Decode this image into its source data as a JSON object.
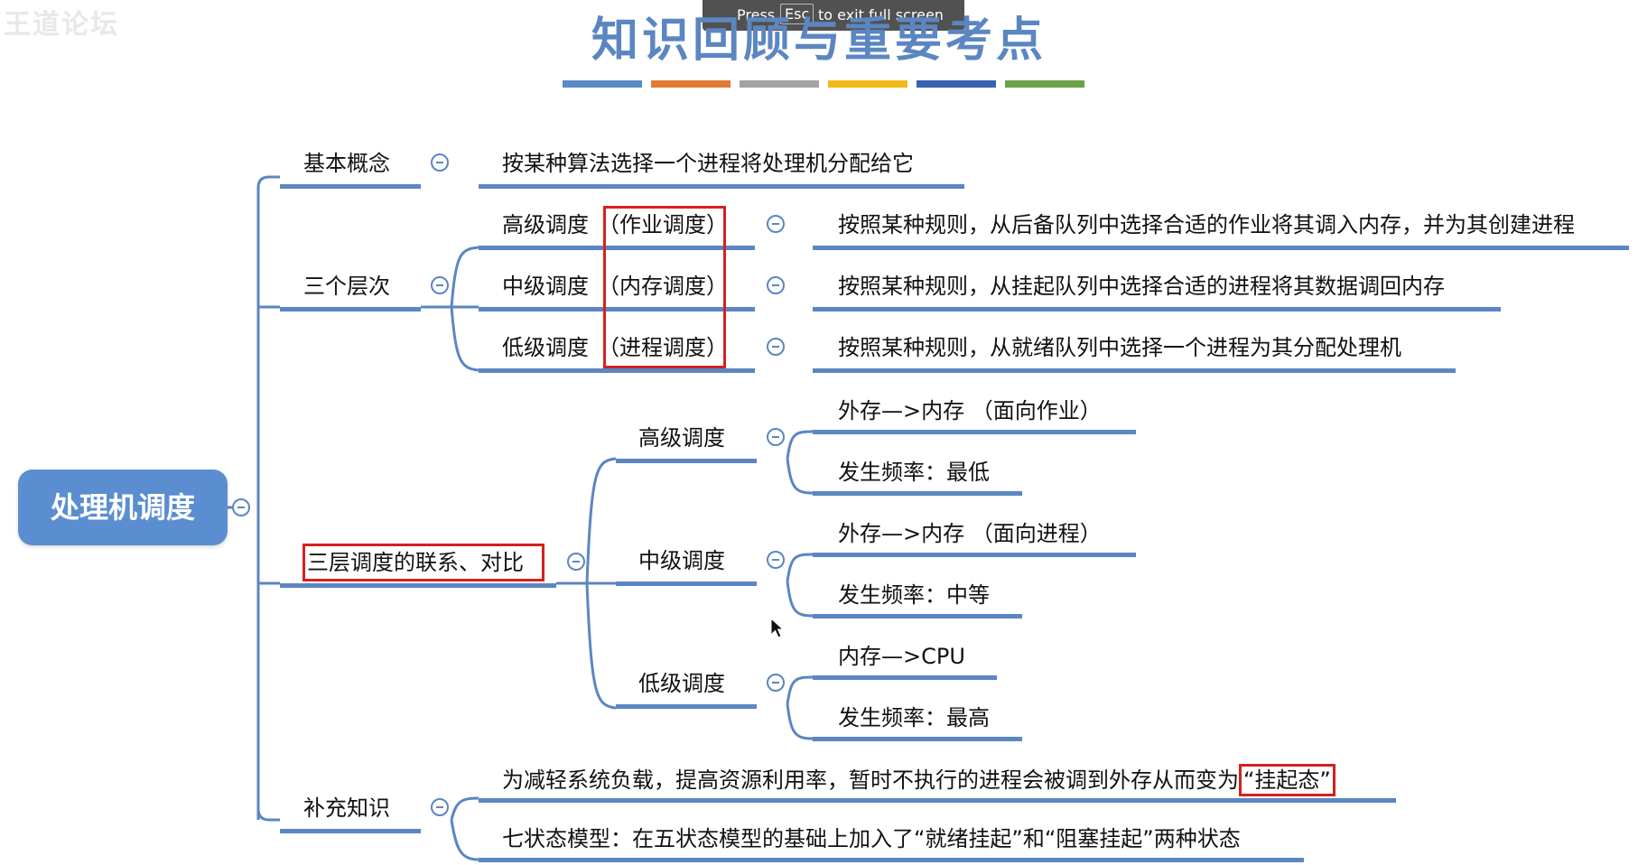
{
  "title": "知识回顾与重要考点",
  "watermark": "王道论坛",
  "fullscreen_hint": {
    "press": "Press",
    "key": "Esc",
    "suffix": "to exit full screen"
  },
  "title_bar_colors": [
    "#5b8ac4",
    "#e07a35",
    "#a3a3a3",
    "#f2b81b",
    "#3a62b0",
    "#6aa34a"
  ],
  "accent_color": "#5b86c2",
  "highlight_color": "#d62020",
  "root": {
    "label": "处理机调度"
  },
  "branches": {
    "basic": {
      "label": "基本概念",
      "detail": "按某种算法选择一个进程将处理机分配给它"
    },
    "levels": {
      "label": "三个层次",
      "items": [
        {
          "label": "高级调度",
          "alias": "（作业调度）",
          "detail": "按照某种规则，从后备队列中选择合适的作业将其调入内存，并为其创建进程"
        },
        {
          "label": "中级调度",
          "alias": "（内存调度）",
          "detail": "按照某种规则，从挂起队列中选择合适的进程将其数据调回内存"
        },
        {
          "label": "低级调度",
          "alias": "（进程调度）",
          "detail": "按照某种规则，从就绪队列中选择一个进程为其分配处理机"
        }
      ]
    },
    "compare": {
      "label": "三层调度的联系、对比",
      "items": [
        {
          "label": "高级调度",
          "details": [
            "外存—>内存 （面向作业）",
            "发生频率：最低"
          ]
        },
        {
          "label": "中级调度",
          "details": [
            "外存—>内存 （面向进程）",
            "发生频率：中等"
          ]
        },
        {
          "label": "低级调度",
          "details": [
            "内存—>CPU",
            "发生频率：最高"
          ]
        }
      ]
    },
    "extra": {
      "label": "补充知识",
      "items": [
        {
          "text": "为减轻系统负载，提高资源利用率，暂时不执行的进程会被调到外存从而变为",
          "highlight": "“挂起态”"
        },
        {
          "text": "七状态模型：在五状态模型的基础上加入了“就绪挂起”和“阻塞挂起”两种状态"
        }
      ]
    }
  }
}
